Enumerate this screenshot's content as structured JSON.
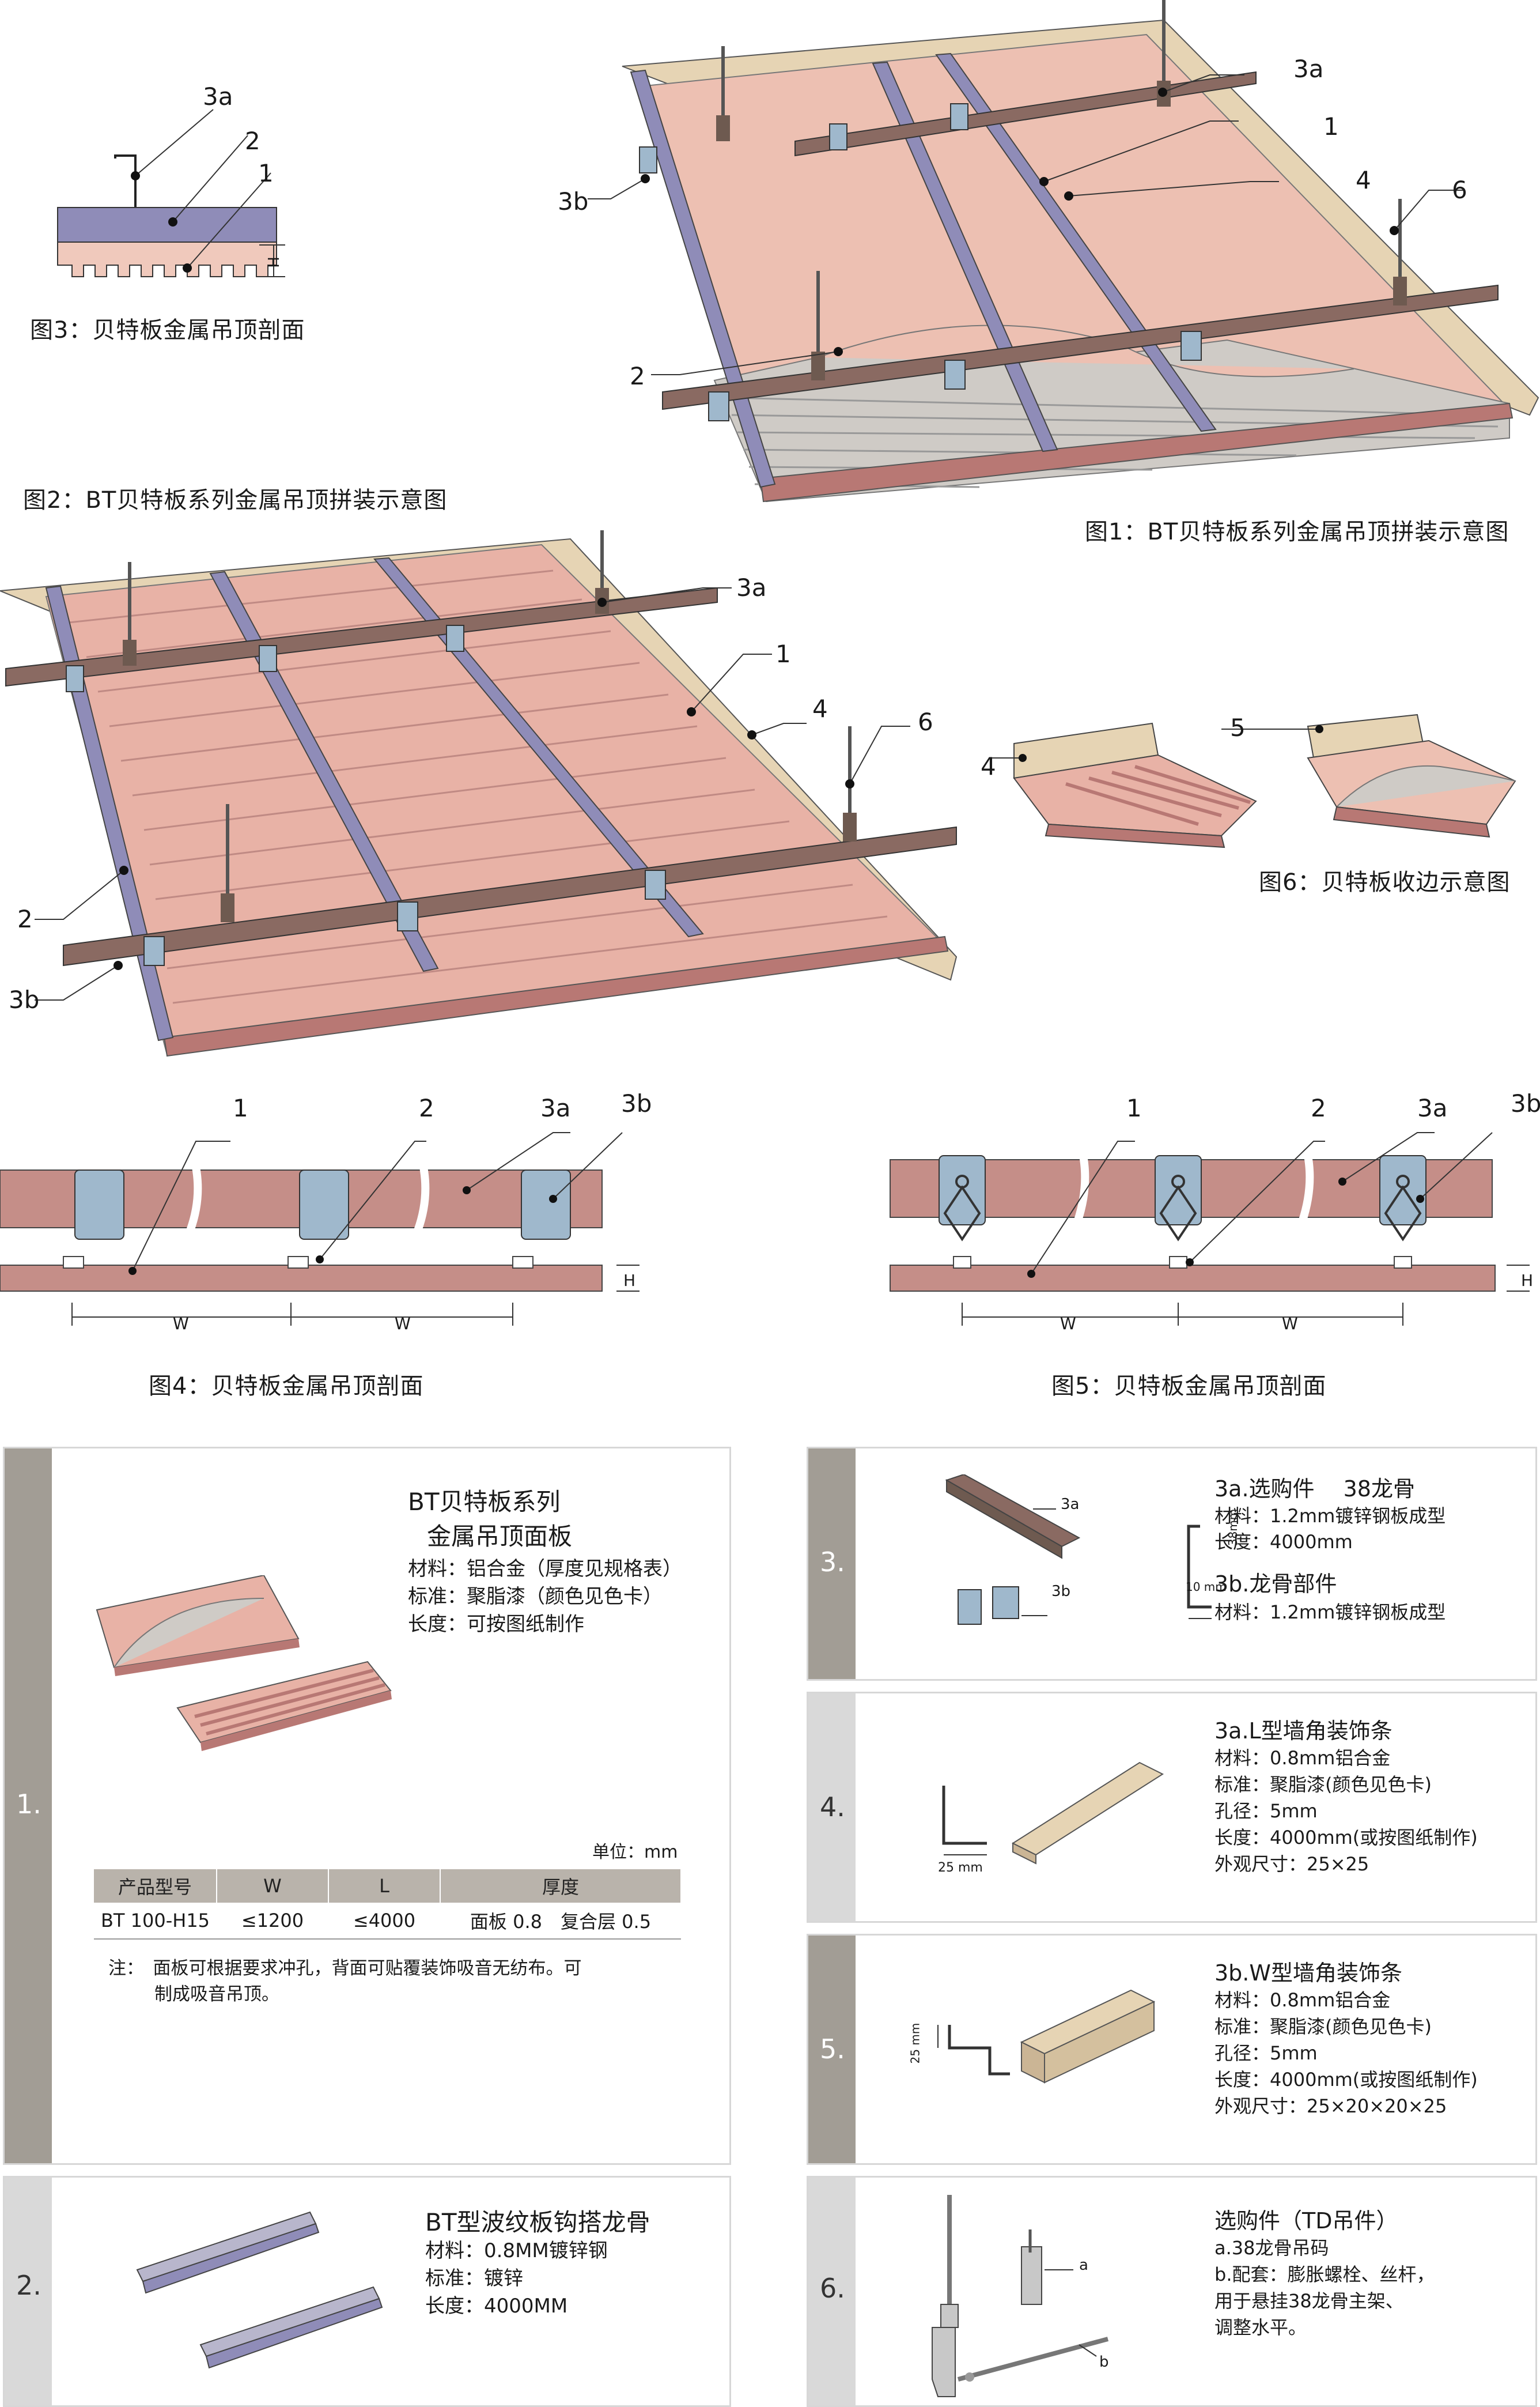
{
  "captions": {
    "fig3": "图3：贝特板金属吊顶剖面",
    "fig2": "图2：BT贝特板系列金属吊顶拼装示意图",
    "fig1": "图1：BT贝特板系列金属吊顶拼装示意图",
    "fig6": "图6：贝特板收边示意图",
    "fig4": "图4：贝特板金属吊顶剖面",
    "fig5": "图5：贝特板金属吊顶剖面"
  },
  "labels": {
    "l1": "1",
    "l2": "2",
    "l3a": "3a",
    "l3b": "3b",
    "l4": "4",
    "l5": "5",
    "l6": "6",
    "H": "H",
    "W": "W",
    "a": "a",
    "b": "b",
    "dim38": "38mm",
    "dim10": "10 mm",
    "dim25": "25 mm",
    "dim25v": "25 mm"
  },
  "panels": {
    "p1": {
      "num": "1.",
      "title1": "BT贝特板系列",
      "title2": "金属吊顶面板",
      "lines": [
        "材料：铝合金（厚度见规格表）",
        "标准：聚脂漆（颜色见色卡）",
        "长度：可按图纸制作"
      ],
      "unit": "单位：mm",
      "table": {
        "headers": [
          "产品型号",
          "W",
          "L",
          "厚度"
        ],
        "row": [
          "BT 100-H15",
          "≤1200",
          "≤4000",
          "面板 0.8　复合层 0.5"
        ]
      },
      "note1": "注：　面板可根据要求冲孔，背面可贴覆装饰吸音无纺布。可",
      "note2": "制成吸音吊顶。"
    },
    "p2": {
      "num": "2.",
      "title": "BT型波纹板钩搭龙骨",
      "lines": [
        "材料：0.8MM镀锌钢",
        "标准：镀锌",
        "长度：4000MM"
      ]
    },
    "p3": {
      "num": "3.",
      "title_a": "3a.选购件　 38龙骨",
      "lines_a": [
        "材料：1.2mm镀锌钢板成型",
        "长度：4000mm"
      ],
      "title_b": "3b.龙骨部件",
      "lines_b": [
        "材料：1.2mm镀锌钢板成型"
      ]
    },
    "p4": {
      "num": "4.",
      "title": "3a.L型墙角装饰条",
      "lines": [
        "材料：0.8mm铝合金",
        "标准：聚脂漆(颜色见色卡)",
        "孔径：5mm",
        "长度：4000mm(或按图纸制作)",
        "外观尺寸：25×25"
      ]
    },
    "p5": {
      "num": "5.",
      "title": "3b.W型墙角装饰条",
      "lines": [
        "材料：0.8mm铝合金",
        "标准：聚脂漆(颜色见色卡)",
        "孔径：5mm",
        "长度：4000mm(或按图纸制作)",
        "外观尺寸：25×20×20×25"
      ]
    },
    "p6": {
      "num": "6.",
      "title": "选购件（TD吊件）",
      "lines": [
        "a.38龙骨吊码",
        "b.配套：膨胀螺栓、丝杆，",
        "用于悬挂38龙骨主架、",
        "调整水平。"
      ]
    }
  },
  "colors": {
    "panel": "#e8b8ae",
    "panel_dark": "#b87874",
    "rail": "#8a6a62",
    "runner": "#8f8cb8",
    "clip": "#9fb8cc",
    "trim": "#e6d4b4",
    "sidebar": "#a29d95"
  }
}
